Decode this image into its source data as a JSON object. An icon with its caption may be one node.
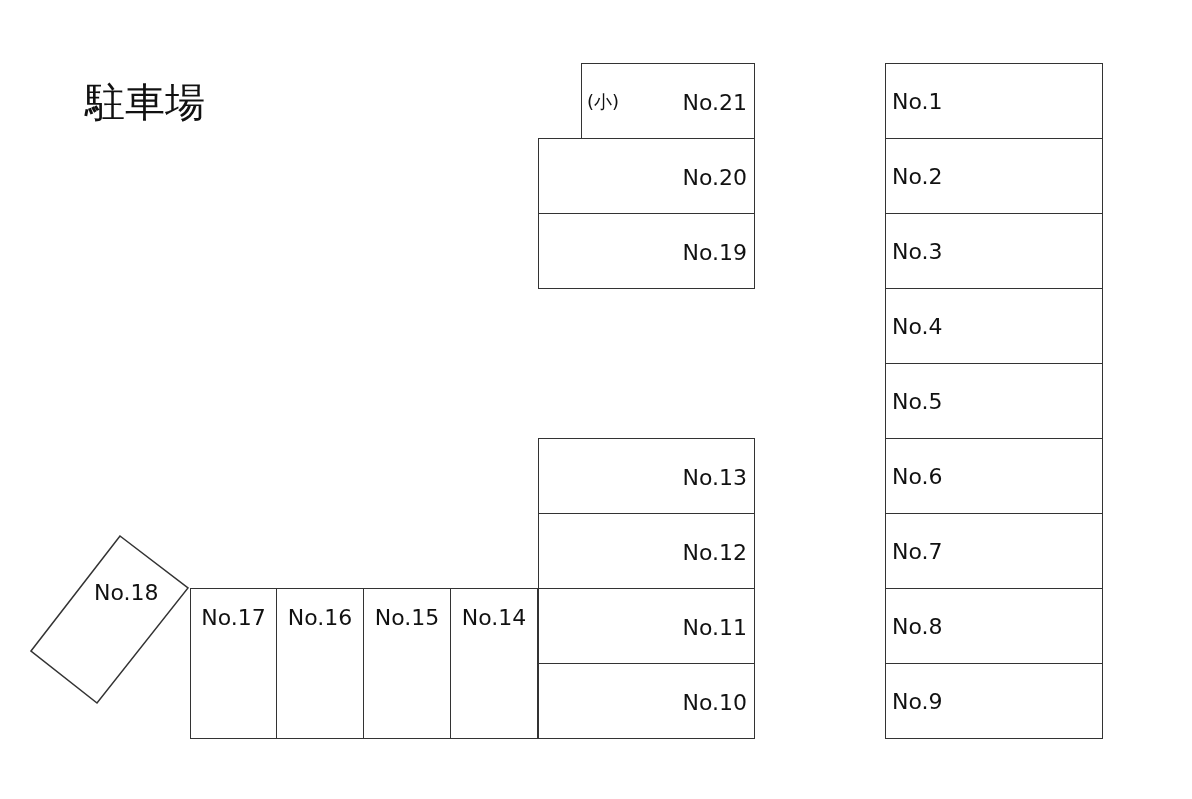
{
  "diagram": {
    "title": "駐車場",
    "nodes": [
      {
        "text": [
          "No.1"
        ]
      },
      {
        "text": [
          "No.2"
        ]
      },
      {
        "text": [
          "No.3"
        ]
      },
      {
        "text": [
          "No.4"
        ]
      },
      {
        "text": [
          "No.5"
        ]
      },
      {
        "text": [
          "No.6"
        ]
      },
      {
        "text": [
          "No.7"
        ]
      },
      {
        "text": [
          "No.8"
        ]
      },
      {
        "text": [
          "No.9"
        ]
      },
      {
        "text": [
          "No.10"
        ]
      },
      {
        "text": [
          "No.11"
        ]
      },
      {
        "text": [
          "No.12"
        ]
      },
      {
        "text": [
          "No.13"
        ]
      },
      {
        "text": [
          "No.14"
        ]
      },
      {
        "text": [
          "No.15"
        ]
      },
      {
        "text": [
          "No.16"
        ]
      },
      {
        "text": [
          "No.17"
        ]
      },
      {
        "text": [
          "No.18"
        ]
      },
      {
        "text": [
          "No.19"
        ]
      },
      {
        "text": [
          "No.20"
        ]
      },
      {
        "text": [
          "(小)",
          "No.21"
        ]
      }
    ]
  }
}
